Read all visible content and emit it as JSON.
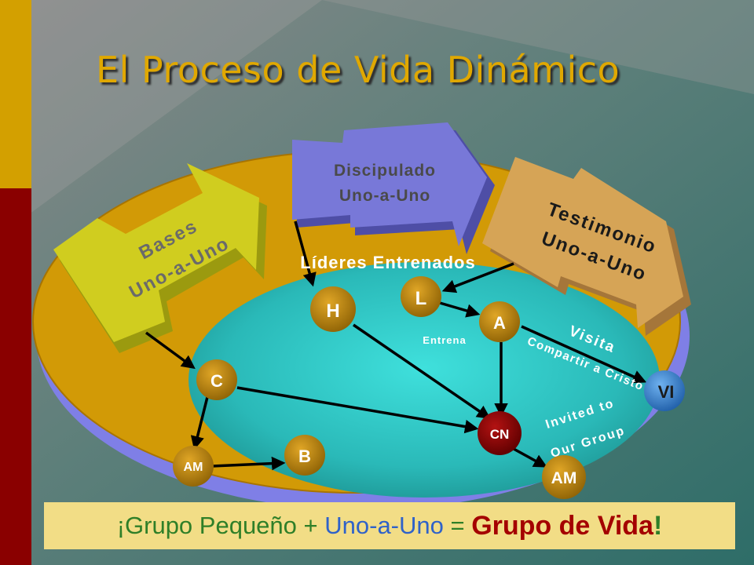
{
  "title": "El Proceso de Vida Dinámico",
  "colors": {
    "title": "#e0a800",
    "ring_gold": "#d29a06",
    "ring_shadow": "#7f7fe6",
    "pool": "#35c9c9",
    "arrow_bases": "#c9c61a",
    "arrow_discipulado": "#7777d6",
    "arrow_testimonio": "#d3a251",
    "node_gold": "#b8820c",
    "node_cn": "#8a0000",
    "node_vi": "#3a8bd8"
  },
  "arrows": {
    "bases": {
      "line1": "Bases",
      "line2": "Uno-a-Uno"
    },
    "discipulado": {
      "line1": "Discipulado",
      "line2": "Uno-a-Uno"
    },
    "testimonio": {
      "line1": "Testimonio",
      "line2": "Uno-a-Uno"
    }
  },
  "labels": {
    "lideres": "Líderes Entrenados",
    "entrena": "Entrena",
    "visita": "Visita",
    "compartir": "Compartir a Cristo",
    "invited": "Invited to",
    "our_group": "Our Group"
  },
  "nodes": {
    "h": "H",
    "l": "L",
    "a": "A",
    "c": "C",
    "b": "B",
    "am_left": "AM",
    "cn": "CN",
    "am_right": "AM",
    "vi": "VI"
  },
  "banner": {
    "part1": "¡Grupo Pequeño",
    "plus": " + ",
    "part2": "Uno-a-Uno",
    "equals": " = ",
    "part3": "Grupo de Vida",
    "excl": "!"
  }
}
